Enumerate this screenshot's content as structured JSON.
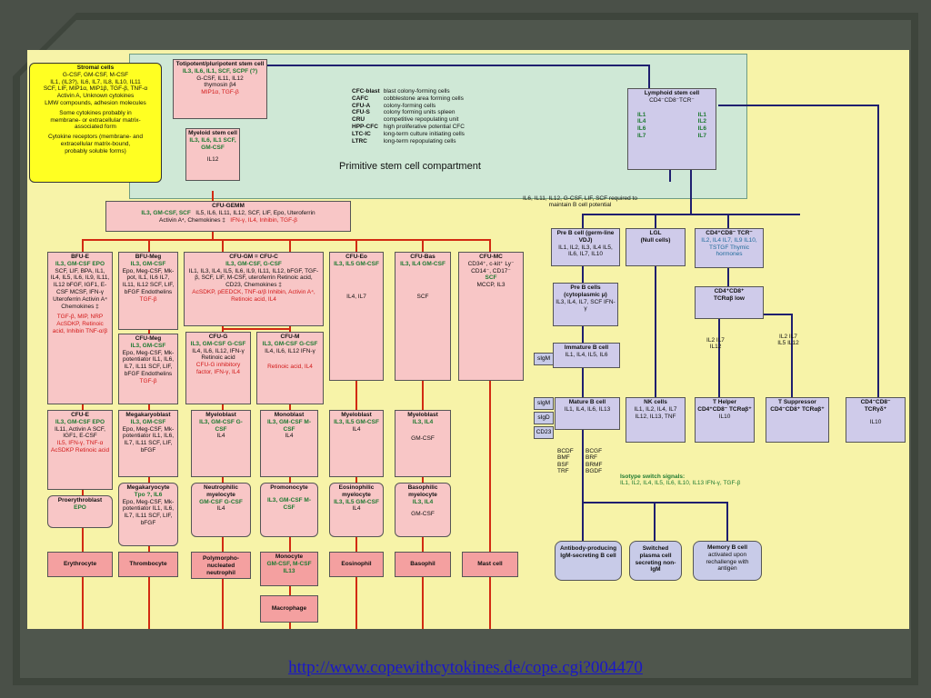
{
  "stem_compartment": {
    "title": "Primitive stem cell compartment",
    "legend": [
      [
        "CFC-blast",
        "blast colony-forming cells"
      ],
      [
        "CAFC",
        "cobblestone area forming cells"
      ],
      [
        "CFU-A",
        "colony-forming cells"
      ],
      [
        "CFU-S",
        "colony forming units spleen"
      ],
      [
        "CRU",
        "competitive repopulating unit"
      ],
      [
        "HPP-CFC",
        "high proliferative potential CFC"
      ],
      [
        "LTC-IC",
        "long-term culture initiating cells"
      ],
      [
        "LTRC",
        "long-term repopulating cells"
      ]
    ]
  },
  "stromal": {
    "title": "Stromal cells",
    "line1": "G-CSF, GM-CSF, M-CSF",
    "line2": "IL1, (IL3?), IL6, IL7, IL8, IL10, IL11",
    "line3": "SCF, LIF, MIP1α, MIP1β, TGF-β, TNF-α",
    "line4": "Activin A, Unknown cytokines",
    "line5": "LMW compounds, adhesion molecules",
    "line6": "Some cytokines probably in",
    "line7": "membrane- or extracellular matrix-",
    "line8": "associated form",
    "line9": "Cytokine receptors (membrane- and",
    "line10": "extracellular matrix-bound,",
    "line11": "probably soluble forms)"
  },
  "totipotent": {
    "title": "Totipotent/pluripotent stem cell",
    "green": "IL3, IL6, IL1, SCF, SCPF (?)",
    "k1": "G-CSF, IL11, IL12",
    "k2": "thymosin β4",
    "red": "MIP1α, TGF-β"
  },
  "myeloid": {
    "title": "Myeloid stem cell",
    "green": "IL3, IL6, IL1 SCF, GM-CSF",
    "k": "IL12"
  },
  "lymphoid": {
    "title": "Lymphoid stem cell",
    "k": "CD4⁻CD8⁻TCR⁻",
    "col1": [
      "IL1",
      "IL4",
      "IL6",
      "IL7"
    ],
    "col2": [
      "IL1",
      "IL2",
      "IL6",
      "IL7"
    ]
  },
  "lymph_note": "IL6, IL11, IL12, G-CSF, LIF, SCF required to maintain B cell potential",
  "cfu_gemm": {
    "title": "CFU-GEMM",
    "green": "IL3, GM-CSF, SCF",
    "k": "IL5, IL6, IL11, IL12, SCF, LIF, Epo, Uteroferrin",
    "k2": "Activin A⁴, Chemokines ‡",
    "red": "IFN-γ, IL4, Inhibin, TGF-β"
  },
  "bfu_e": {
    "title": "BFU-E",
    "green": "IL3, GM-CSF EPO",
    "k": "SCF, LIF, BPA, IL1, IL4, IL5, IL6, IL9, IL11, IL12 bFGF, IGF1, E-CSF MCSF, IFN-γ Uteroferrin Activin A⁴ Chemokines ‡",
    "red": "TGF-β, MIP, NRP AcSDKP, Retinoic acid, Inhibin TNF-α/β"
  },
  "bfu_meg": {
    "title": "BFU-Meg",
    "green": "IL3, GM-CSF",
    "k": "Epo, Meg-CSF, Mk-pot, IL1, IL6 IL7, IL11, IL12 SCF, LIF, bFGF Endothelins",
    "red": "TGF-β"
  },
  "cfu_gm": {
    "title": "CFU-GM = CFU-C",
    "green": "IL3, GM-CSF, G-CSF",
    "k": "IL1, IL3, IL4, IL5, IL6, IL9, IL11, IL12, bFGF, TGF-β, SCF, LIF, M-CSF, uteroferrin Retinoic acid, CD23, Chemokines ‡",
    "red": "AcSDKP, pEEDCK, TNF-α/β Inhibin, Activin A⁴, Retinoic acid, IL4"
  },
  "cfu_eo": {
    "title": "CFU-Eo",
    "green": "IL3, IL5 GM-CSF",
    "k": "IL4, IL7"
  },
  "cfu_bas": {
    "title": "CFU-Bas",
    "green": "IL3, IL4 GM-CSF",
    "k": "SCF"
  },
  "cfu_mc": {
    "title": "CFU-MC",
    "k": "CD34⁺, c-kit⁺ Ly⁻ CD14⁻, CD17⁻",
    "green": "SCF",
    "k2": "MCCP, IL3"
  },
  "cfu_e": {
    "title": "CFU-E",
    "green": "IL3, GM-CSF EPO",
    "k": "IL11, Activin A SCF, IGF1, E-CSF",
    "red": "IL5, IFN-γ, TNF-α AcSDKP Retinoic acid"
  },
  "cfu_meg": {
    "title": "CFU-Meg",
    "green": "IL3, GM-CSF",
    "k": "Epo, Meg-CSF, Mk-potentiator IL1, IL6, IL7, IL11 SCF, LIF, bFGF Endothelins",
    "red": "TGF-β"
  },
  "cfu_g": {
    "title": "CFU-G",
    "green": "IL3, GM-CSF G-CSF",
    "k": "IL4, IL6, IL12, IFN-γ Retinoic acid",
    "red": "CFU-G inhibitory factor, IFN-γ, IL4"
  },
  "cfu_m": {
    "title": "CFU-M",
    "green": "IL3, GM-CSF G-CSF",
    "k": "IL4, IL6, IL12 IFN-γ",
    "red": "Retinoic acid, IL4"
  },
  "megakaryoblast": {
    "title": "Megakaryoblast",
    "green": "IL3, GM-CSF",
    "k": "Epo, Meg-CSF, Mk-potentiator IL1, IL6, IL7, IL11 SCF, LIF, bFGF"
  },
  "myeloblast": {
    "title": "Myeloblast",
    "green": "IL3, GM-CSF G-CSF",
    "k": "IL4"
  },
  "monoblast": {
    "title": "Monoblast",
    "green": "IL3, GM-CSF M-CSF",
    "k": "IL4"
  },
  "myeloblast_eo": {
    "title": "Myeloblast",
    "green": "IL3, IL5 GM-CSF",
    "k": "IL4"
  },
  "myeloblast_bas": {
    "title": "Myeloblast",
    "green": "IL3, IL4",
    "k": "GM-CSF"
  },
  "proerythroblast": {
    "title": "Proerythroblast",
    "green": "EPO"
  },
  "megakaryocyte": {
    "title": "Megakaryocyte",
    "green": "Tpo ?, IL6",
    "k": "Epo, Meg-CSF, Mk-potentiator IL1, IL6, IL7, IL11 SCF, LIF, bFGF"
  },
  "neutrophilic": {
    "title": "Neutrophilic myelocyte",
    "green": "GM-CSF G-CSF",
    "k": "IL4"
  },
  "promonocyte": {
    "title": "Promonocyte",
    "green": "IL3, GM-CSF M-CSF"
  },
  "eosinophilic": {
    "title": "Eosinophilic myelocyte",
    "green": "IL3, IL5 GM-CSF",
    "k": "IL4"
  },
  "basophilic": {
    "title": "Basophilic myelocyte",
    "green": "IL3, IL4",
    "k": "GM-CSF"
  },
  "terminal": {
    "erythrocyte": "Erythrocyte",
    "thrombocyte": "Thrombocyte",
    "polymorph": "Polymorpho-nucleated neutrophil",
    "eosinophil": "Eosinophil",
    "basophil": "Basophil",
    "mastcell": "Mast cell"
  },
  "monocyte": {
    "title": "Monocyte",
    "green": "GM-CSF, M-CSF",
    "green2": "IL13"
  },
  "macrophage": "Macrophage",
  "pre_b": {
    "title": "Pre B cell (germ-line VDJ)",
    "k": "IL1, IL2, IL3, IL4 IL5, IL6, IL7, IL10"
  },
  "pre_b_cyto": {
    "title": "Pre B cells (cytoplasmic μ)",
    "k": "IL3, IL4, IL7, SCF IFN-γ"
  },
  "immature_b": {
    "title": "Immature B cell",
    "k": "IL1, IL4, IL5, IL6",
    "tag": "sIgM"
  },
  "mature_b": {
    "title": "Mature B cell",
    "k": "IL1, IL4, IL6, IL13",
    "tags": [
      "sIgM",
      "sIgD",
      "CD23"
    ]
  },
  "lgl": {
    "title": "LGL",
    "sub": "(Null cells)"
  },
  "thymic": {
    "title": "CD4⁺CD8⁻ TCR⁻",
    "green": "IL2, IL4 IL7, IL9 IL10, TSTGF Thymic hormones"
  },
  "tcr_box": {
    "title": "CD4⁺CD8⁺",
    "k": "TCRαβ low"
  },
  "tcell_labels": {
    "a": "IL2 IL7 IL12",
    "b": "IL2 IL7 IL5 IL12"
  },
  "nk": {
    "title": "NK cells",
    "k": "IL1, IL2, IL4, IL7 IL12, IL13, TNF"
  },
  "t_helper": {
    "title": "T Helper",
    "k": "CD4⁺CD8⁻ TCRαβ⁺",
    "k2": "IL10"
  },
  "t_supp": {
    "title": "T Suppressor",
    "k": "CD4⁻CD8⁺ TCRαβ⁺"
  },
  "cd_gd": {
    "title": "CD4⁻CD8⁻",
    "k": "TCRγδ⁺",
    "k2": "IL10"
  },
  "bcdf": "BCDF BMF BSF TRF",
  "bcgf": "BCGF BRF BRMF BGDF",
  "isotype": {
    "title": "Isotype switch signals:",
    "k": "IL1, IL2, IL4, IL5, IL6, IL10, IL13 IFN-γ, TGF-β"
  },
  "antibody": "Antibody-producing IgM-secreting B cell",
  "switched": "Switched plasma cell secreting non-IgM",
  "memory": {
    "title": "Memory B cell",
    "k": "activated upon rechallenge with antigen"
  },
  "url": "http://www.copewithcytokines.de/cope.cgi?004470"
}
